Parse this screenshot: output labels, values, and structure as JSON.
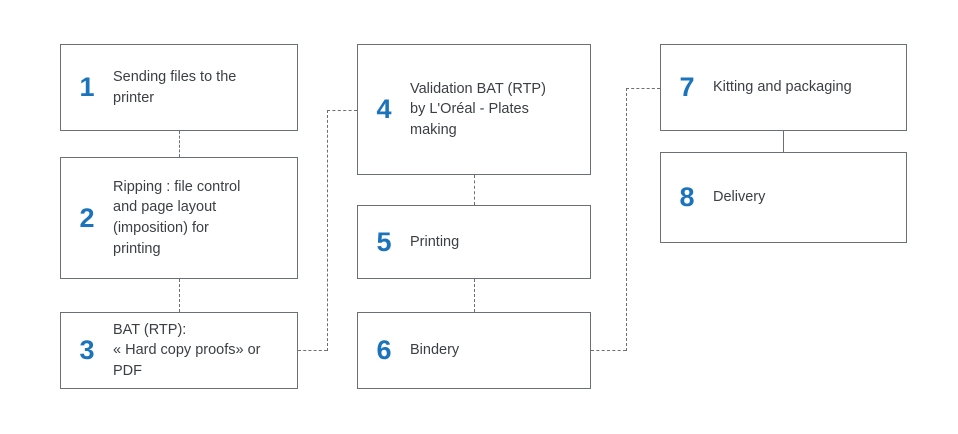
{
  "diagram": {
    "type": "process-flowchart",
    "title": "",
    "colors": {
      "number": "#1b73bc",
      "text": "#3b3f43",
      "border": "#6b7076",
      "background": "#ffffff"
    },
    "nodes": [
      {
        "id": 1,
        "number": "1",
        "label": "Sending files to the\nprinter"
      },
      {
        "id": 2,
        "number": "2",
        "label": "Ripping : file control\nand page layout\n(imposition) for\nprinting"
      },
      {
        "id": 3,
        "number": "3",
        "label": "BAT (RTP):\n« Hard copy proofs» or\nPDF"
      },
      {
        "id": 4,
        "number": "4",
        "label": "Validation BAT (RTP)\nby L'Oréal - Plates\nmaking"
      },
      {
        "id": 5,
        "number": "5",
        "label": "Printing"
      },
      {
        "id": 6,
        "number": "6",
        "label": "Bindery"
      },
      {
        "id": 7,
        "number": "7",
        "label": "Kitting and packaging"
      },
      {
        "id": 8,
        "number": "8",
        "label": "Delivery"
      }
    ],
    "connections": [
      {
        "from": 1,
        "to": 2,
        "style": "dashed",
        "shape": "vertical"
      },
      {
        "from": 2,
        "to": 3,
        "style": "dashed",
        "shape": "vertical"
      },
      {
        "from": 3,
        "to": 4,
        "style": "dashed",
        "shape": "right-up-right"
      },
      {
        "from": 4,
        "to": 5,
        "style": "dashed",
        "shape": "vertical"
      },
      {
        "from": 5,
        "to": 6,
        "style": "dashed",
        "shape": "vertical"
      },
      {
        "from": 6,
        "to": 7,
        "style": "dashed",
        "shape": "right-up-right"
      },
      {
        "from": 7,
        "to": 8,
        "style": "solid",
        "shape": "vertical"
      }
    ]
  }
}
